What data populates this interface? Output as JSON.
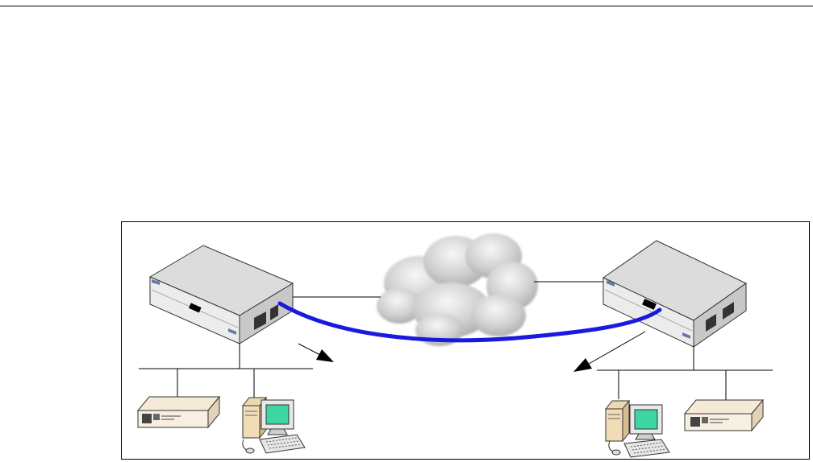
{
  "diagram": {
    "nodes": [
      {
        "id": "router-left",
        "kind": "router"
      },
      {
        "id": "router-right",
        "kind": "router"
      },
      {
        "id": "wan-cloud",
        "kind": "cloud"
      },
      {
        "id": "lan-left",
        "kind": "lan-segment"
      },
      {
        "id": "lan-right",
        "kind": "lan-segment"
      },
      {
        "id": "server-left",
        "kind": "server"
      },
      {
        "id": "workstation-left",
        "kind": "workstation"
      },
      {
        "id": "workstation-right",
        "kind": "workstation"
      },
      {
        "id": "server-right",
        "kind": "server"
      }
    ],
    "links": [
      {
        "from": "router-left",
        "to": "wan-cloud",
        "style": "line"
      },
      {
        "from": "wan-cloud",
        "to": "router-right",
        "style": "line"
      },
      {
        "from": "router-left",
        "to": "router-right",
        "style": "tunnel"
      },
      {
        "from": "router-left",
        "to": "lan-left",
        "style": "line"
      },
      {
        "from": "router-right",
        "to": "lan-right",
        "style": "line"
      }
    ],
    "colors": {
      "tunnel": "#1a1adf",
      "router_top": "#dcdcdc",
      "router_front": "#ececec",
      "monitor_screen": "#3dd6a0",
      "cloud": "#d3d3d3",
      "cpu": "#f2dcb6"
    },
    "icons": [
      "router-icon",
      "cloud-icon",
      "server-icon",
      "workstation-icon",
      "arrow-icon"
    ]
  }
}
